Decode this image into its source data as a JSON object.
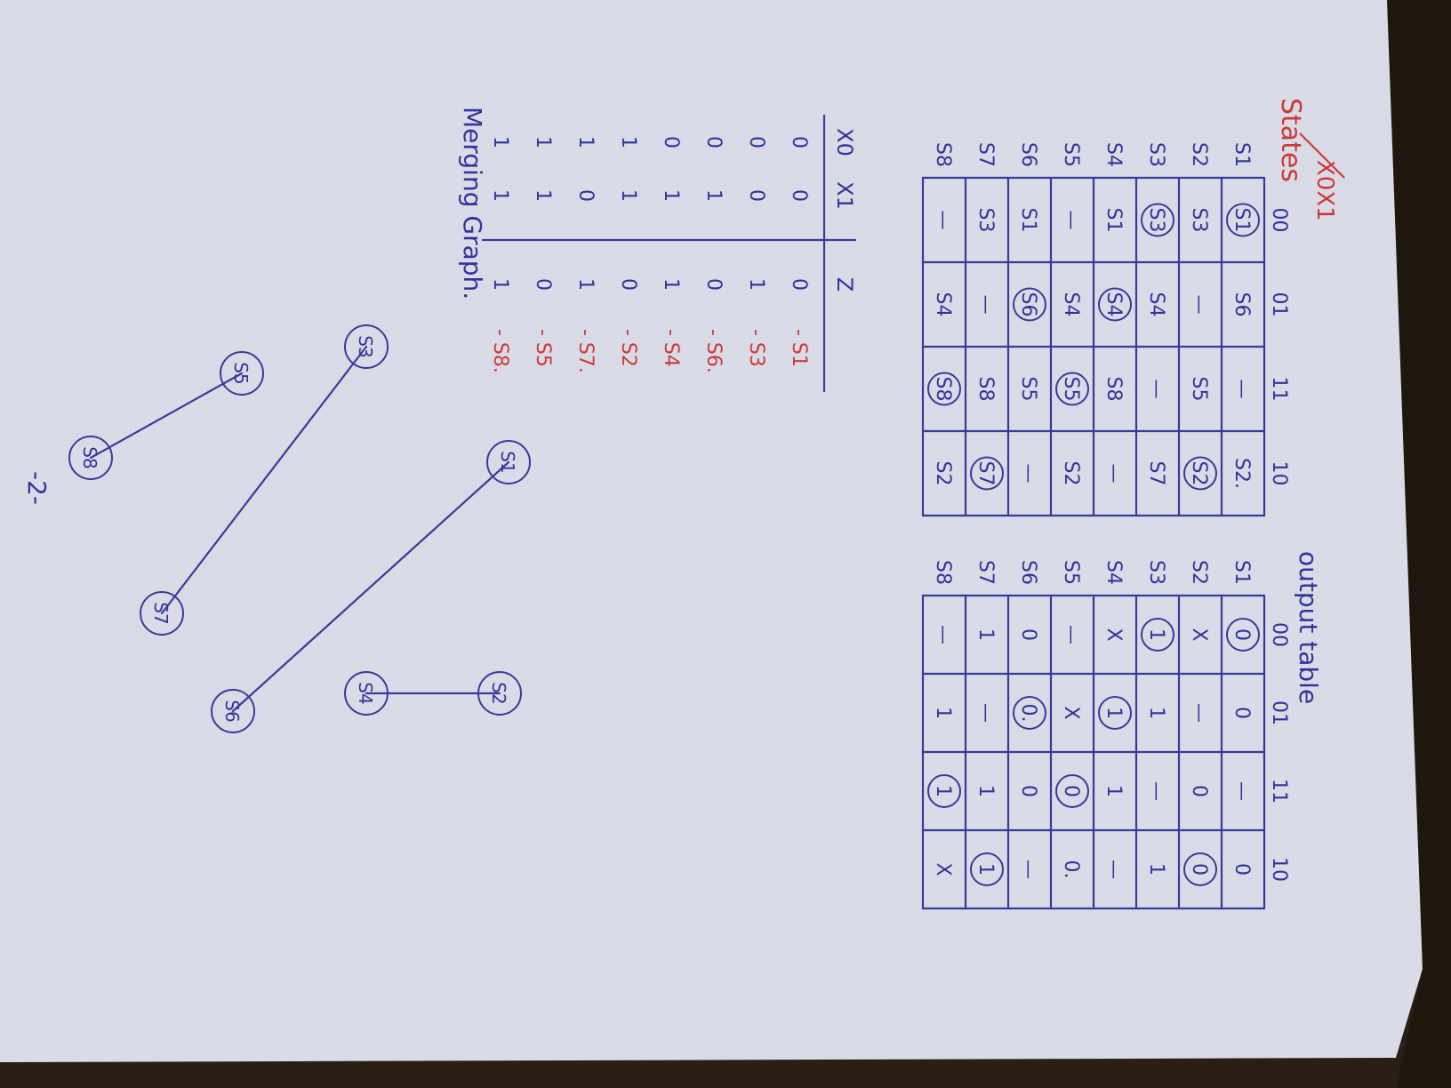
{
  "colors": {
    "ink_blue": "#33339a",
    "ink_red": "#cc3a3a",
    "paper": "#d9dbe6",
    "carpet": "#2a1f14"
  },
  "page_number": "-2-",
  "state_table": {
    "title": "States",
    "input_label": "X0X1",
    "columns": [
      "00",
      "01",
      "11",
      "10"
    ],
    "rows": [
      {
        "state": "S1",
        "cells": [
          "S1",
          "S6",
          "—",
          "S2."
        ],
        "circled": [
          0
        ]
      },
      {
        "state": "S2",
        "cells": [
          "S3",
          "—",
          "S5",
          "S2"
        ],
        "circled": [
          3
        ]
      },
      {
        "state": "S3",
        "cells": [
          "S3",
          "S4",
          "—",
          "S7"
        ],
        "circled": [
          0
        ]
      },
      {
        "state": "S4",
        "cells": [
          "S1",
          "S4",
          "S8",
          "—"
        ],
        "circled": [
          1
        ]
      },
      {
        "state": "S5",
        "cells": [
          "—",
          "S4",
          "S5",
          "S2"
        ],
        "circled": [
          2
        ]
      },
      {
        "state": "S6",
        "cells": [
          "S1",
          "S6",
          "S5",
          "—"
        ],
        "circled": [
          1
        ]
      },
      {
        "state": "S7",
        "cells": [
          "S3",
          "—",
          "S8",
          "S7"
        ],
        "circled": [
          3
        ]
      },
      {
        "state": "S8",
        "cells": [
          "—",
          "S4",
          "S8",
          "S2"
        ],
        "circled": [
          2
        ]
      }
    ]
  },
  "output_table": {
    "title": "output table",
    "columns": [
      "00",
      "01",
      "11",
      "10"
    ],
    "rows": [
      {
        "state": "S1",
        "cells": [
          "0",
          "0",
          "—",
          "0"
        ],
        "circled": [
          0
        ]
      },
      {
        "state": "S2",
        "cells": [
          "X",
          "—",
          "0",
          "0"
        ],
        "circled": [
          3
        ]
      },
      {
        "state": "S3",
        "cells": [
          "1",
          "1",
          "—",
          "1"
        ],
        "circled": [
          0
        ]
      },
      {
        "state": "S4",
        "cells": [
          "X",
          "1",
          "1",
          "—"
        ],
        "circled": [
          1
        ]
      },
      {
        "state": "S5",
        "cells": [
          "—",
          "X",
          "0",
          "0."
        ],
        "circled": [
          2
        ]
      },
      {
        "state": "S6",
        "cells": [
          "0",
          "0.",
          "0",
          "—"
        ],
        "circled": [
          1
        ]
      },
      {
        "state": "S7",
        "cells": [
          "1",
          "—",
          "1",
          "1"
        ],
        "circled": [
          3
        ]
      },
      {
        "state": "S8",
        "cells": [
          "—",
          "1",
          "1",
          "X"
        ],
        "circled": [
          2
        ]
      }
    ]
  },
  "truth_table": {
    "headers": [
      "X0",
      "X1",
      "Z"
    ],
    "rows": [
      {
        "x0": "0",
        "x1": "0",
        "z": "0",
        "state": "- S1"
      },
      {
        "x0": "0",
        "x1": "0",
        "z": "1",
        "state": "- S3"
      },
      {
        "x0": "0",
        "x1": "1",
        "z": "0",
        "state": "- S6."
      },
      {
        "x0": "0",
        "x1": "1",
        "z": "1",
        "state": "- S4"
      },
      {
        "x0": "1",
        "x1": "1",
        "z": "0",
        "state": "- S2"
      },
      {
        "x0": "1",
        "x1": "0",
        "z": "1",
        "state": "- S7."
      },
      {
        "x0": "1",
        "x1": "1",
        "z": "0",
        "state": "- S5"
      },
      {
        "x0": "1",
        "x1": "1",
        "z": "1",
        "state": "- S8."
      }
    ]
  },
  "merging_graph": {
    "label": "Merging Graph.",
    "nodes": [
      "S1",
      "S2",
      "S3",
      "S4",
      "S5",
      "S6",
      "S7",
      "S8"
    ],
    "edges": [
      [
        "S1",
        "S6"
      ],
      [
        "S3",
        "S7"
      ],
      [
        "S5",
        "S8"
      ],
      [
        "S2",
        "S4"
      ]
    ]
  }
}
